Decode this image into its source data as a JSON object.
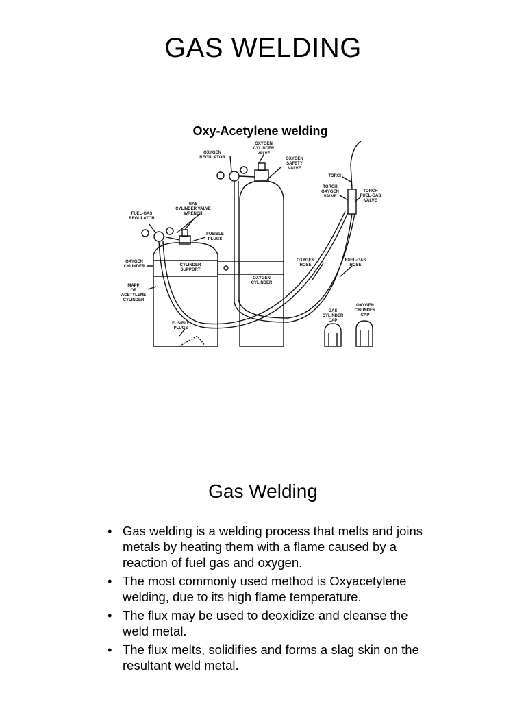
{
  "slide1": {
    "title": "GAS WELDING",
    "diagram_title": "Oxy-Acetylene welding",
    "labels": {
      "oxygen_cylinder_valve": [
        "OXYGEN",
        "CYLINDER",
        "VALVE"
      ],
      "oxygen_regulator": [
        "OXYGEN",
        "REGULATOR"
      ],
      "oxygen_safety_valve": [
        "OXYGEN",
        "SAFETY",
        "VALVE"
      ],
      "torch": [
        "TORCH"
      ],
      "torch_oxygen_valve": [
        "TORCH",
        "OXYGEN",
        "VALVE"
      ],
      "torch_fuel_gas_valve": [
        "TORCH",
        "FUEL-GAS",
        "VALVE"
      ],
      "gas_cylinder_valve_wrench": [
        "GAS",
        "CYLINDER VALVE",
        "WRENCH"
      ],
      "fuel_gas_regulator": [
        "FUEL-GAS",
        "REGULATOR"
      ],
      "fusible_plugs_top": [
        "FUSIBLE",
        "PLUGS"
      ],
      "oxygen_cylinder_left": [
        "OXYGEN",
        "CYLINDER"
      ],
      "cylinder_support": [
        "CYLINDER",
        "SUPPORT"
      ],
      "oxygen_cylinder_center": [
        "OXYGEN",
        "CYLINDER"
      ],
      "oxygen_hose": [
        "OXYGEN",
        "HOSE"
      ],
      "fuel_gas_hose": [
        "FUEL-GAS",
        "HOSE"
      ],
      "mapp_acetylene": [
        "MAPP",
        "OR",
        "ACETYLENE",
        "CYLINDER"
      ],
      "gas_cylinder_cap": [
        "GAS",
        "CYLINDER",
        "CAP"
      ],
      "oxygen_cylinder_cap": [
        "OXYGEN",
        "CYLINDER",
        "CAP"
      ],
      "fusible_plugs_bottom": [
        "FUSIBLE",
        "PLUGS"
      ]
    }
  },
  "slide2": {
    "title": "Gas Welding",
    "bullet_char": "•",
    "bullets": [
      "Gas welding is a welding process that melts and joins metals by heating them with a flame caused by a reaction of fuel gas and oxygen.",
      "The most commonly used method is Oxyacetylene welding, due to its high flame temperature.",
      "The flux may be used to deoxidize and cleanse the weld metal.",
      "The flux melts, solidifies and forms a slag skin on the resultant weld metal."
    ]
  }
}
